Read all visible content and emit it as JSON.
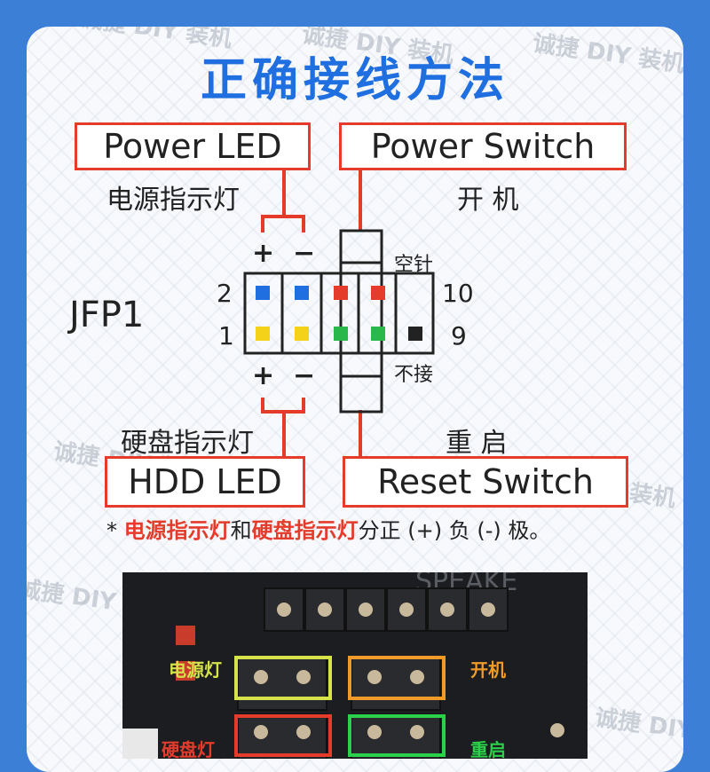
{
  "title": "正确接线方法",
  "labels": {
    "power_led": "Power LED",
    "power_switch": "Power Switch",
    "hdd_led": "HDD LED",
    "reset_switch": "Reset Switch",
    "power_led_cn": "电源指示灯",
    "power_switch_cn": "开 机",
    "hdd_led_cn": "硬盘指示灯",
    "reset_cn": "重 启",
    "header_name": "JFP1",
    "empty_pin": "空针",
    "no_connect": "不接",
    "pin2": "2",
    "pin1": "1",
    "pin10": "10",
    "pin9": "9",
    "plus_top": "+",
    "minus_top": "−",
    "plus_bottom": "+",
    "minus_bottom": "−"
  },
  "note": {
    "prefix": "* ",
    "red1": "电源指示灯",
    "mid": "和",
    "red2": "硬盘指示灯",
    "suffix": "分正 (+) 负 (-) 极。"
  },
  "photo": {
    "label_power": "电源灯",
    "label_switch": "开机",
    "label_hdd": "硬盘灯",
    "label_reset": "重启",
    "silk": "SPEAKE"
  },
  "watermark": "诚捷 DIY 装机",
  "colors": {
    "accent": "#1f6fe0",
    "red": "#e43b2b",
    "blue_pin": "#1f6fe0",
    "yellow_pin": "#f5d21a",
    "red_pin": "#e43b2b",
    "green_pin": "#2bb84a",
    "black_pin": "#222222",
    "photo_yellow": "#d6e24a",
    "photo_orange": "#f09a2a",
    "photo_red": "#e43b2b",
    "photo_green": "#2bd14a"
  }
}
